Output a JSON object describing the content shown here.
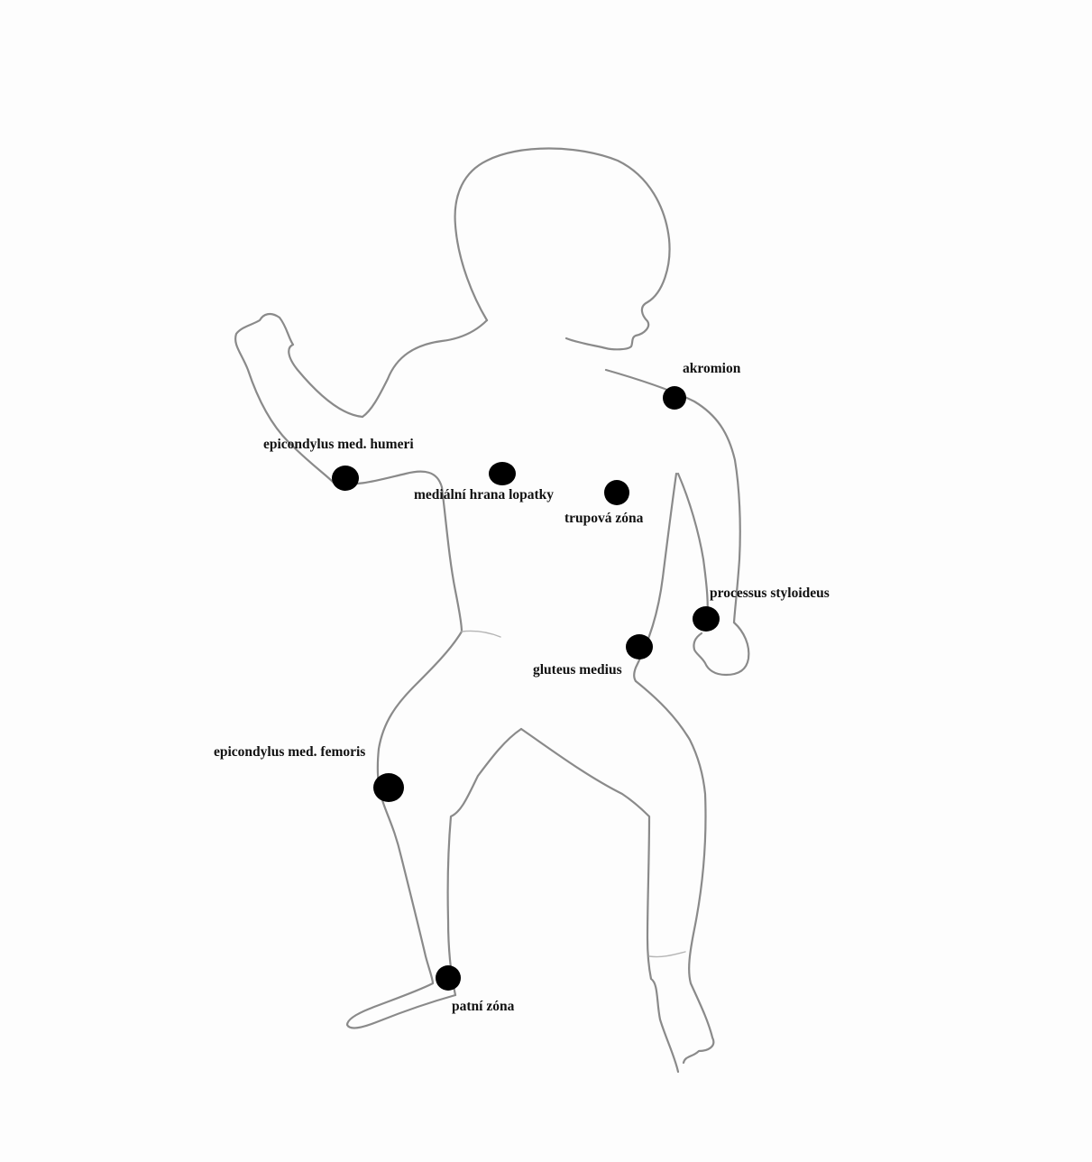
{
  "colors": {
    "background": "#fdfdfd",
    "outline": "#8a8a8a",
    "marker": "#000000",
    "label": "#111111"
  },
  "labels": {
    "akromion": "akromion",
    "epicondylus_humeri": "epicondylus med. humeri",
    "medialni_hrana": "mediální hrana lopatky",
    "trupova_zona": "trupová zóna",
    "processus_styloideus": "processus styloideus",
    "gluteus_medius": "gluteus medius",
    "epicondylus_femoris": "epicondylus med. femoris",
    "patni_zona": "patní zóna"
  }
}
